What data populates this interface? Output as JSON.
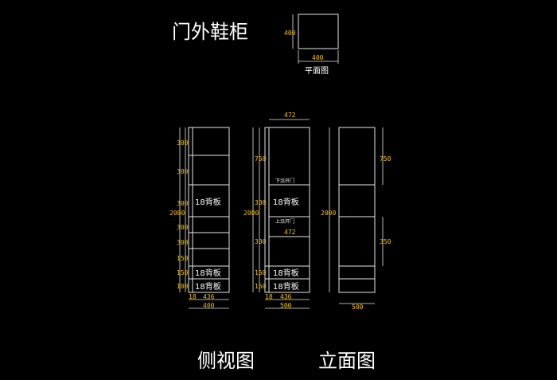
{
  "title": "门外鞋柜",
  "plan": {
    "caption": "平面图",
    "dim_depth": "400",
    "dim_width": "400"
  },
  "side_view": {
    "caption": "侧视图",
    "panel_labels": [
      "18背板",
      "18背板",
      "18背板"
    ],
    "dim_total_height": "2000",
    "dim_rows": [
      "300",
      "300",
      "300",
      "300",
      "300",
      "150",
      "150",
      "100"
    ],
    "dim_bottom_small": "18",
    "dim_bottom_inner": "436",
    "dim_bottom_total": "400"
  },
  "front_view": {
    "caption": "立面图",
    "top_width": "472",
    "mid_width": "472",
    "door_note_top": "下沿开门",
    "door_note_bottom": "上沿开门",
    "panel_labels": [
      "18背板",
      "18背板",
      "18背板"
    ],
    "dim_total_height": "2000",
    "dim_left": [
      "750",
      "300",
      "300",
      "150",
      "150"
    ],
    "dim_bottom_small": "18",
    "dim_bottom_inner": "436",
    "dim_bottom_total": "500"
  },
  "right_view": {
    "dim_total_height": "2000",
    "dim_right": [
      "750",
      "350"
    ],
    "dim_bottom": "500"
  },
  "colors": {
    "background": "#000000",
    "lines": "#e6e6e6",
    "dimensions": "#f2c200",
    "text": "#ffffff"
  }
}
